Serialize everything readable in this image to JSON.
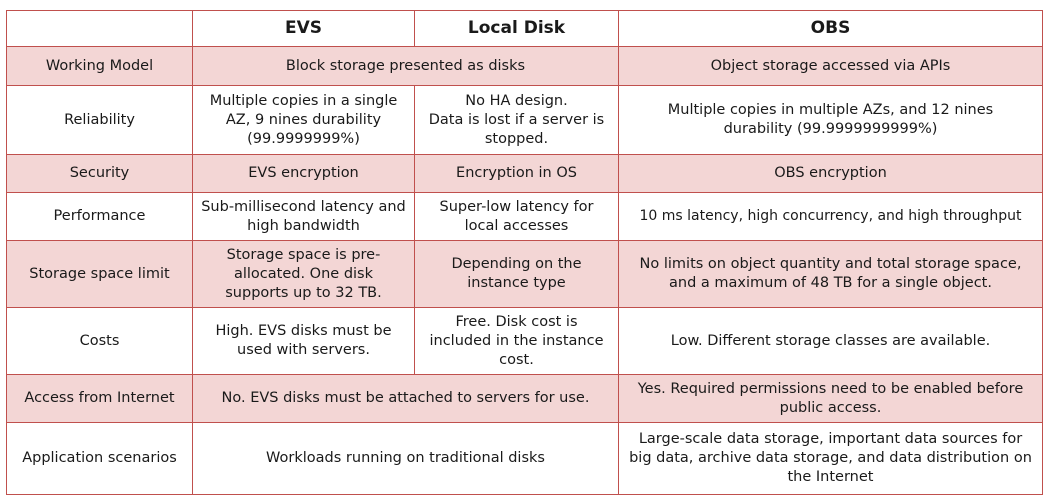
{
  "header": [
    "",
    "EVS",
    "Local Disk",
    "OBS"
  ],
  "rows": [
    {
      "label": "Working Model",
      "evs_local": "Block storage presented as disks",
      "obs": "Object storage accessed via APIs"
    },
    {
      "label": "Reliability",
      "evs": "Multiple copies in a single AZ, 9 nines durability (99.9999999%)",
      "local": "No HA design.\nData is lost if a server is stopped.",
      "obs": "Multiple copies in multiple AZs, and 12 nines durability (99.9999999999%)"
    },
    {
      "label": "Security",
      "evs": "EVS encryption",
      "local": "Encryption in OS",
      "obs": "OBS encryption"
    },
    {
      "label": "Performance",
      "evs": "Sub-millisecond latency and high bandwidth",
      "local": "Super-low latency for local accesses",
      "obs": "10 ms latency, high concurrency, and high throughput"
    },
    {
      "label": "Storage space limit",
      "evs": "Storage space is pre-allocated. One disk supports up to 32 TB.",
      "local": "Depending on the instance type",
      "obs": "No limits on object quantity and total storage space, and a maximum of 48 TB for a single object."
    },
    {
      "label": "Costs",
      "evs": "High. EVS disks must be used with servers.",
      "local": "Free. Disk cost is included in the instance cost.",
      "obs": "Low. Different storage classes are available."
    },
    {
      "label": "Access from Internet",
      "evs_local": "No. EVS disks must be attached to servers for use.",
      "obs": "Yes. Required permissions need to be enabled before public access."
    },
    {
      "label": "Application scenarios",
      "evs_local": "Workloads running on traditional disks",
      "obs": "Large-scale data storage, important data sources for big data, archive data storage, and data distribution on the Internet"
    }
  ]
}
